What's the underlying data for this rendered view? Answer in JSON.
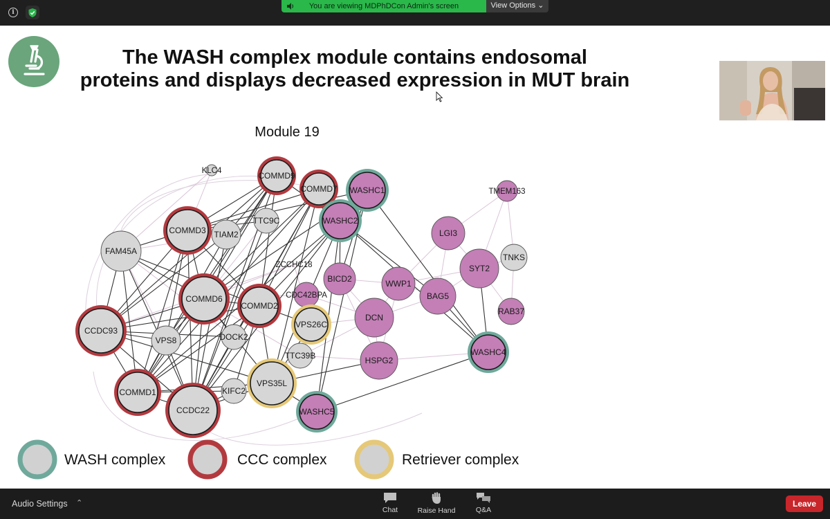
{
  "window": {
    "share_banner": "You are viewing MDPhDCon Admin's screen",
    "view_options": "View Options",
    "audio_settings": "Audio Settings",
    "buttons": {
      "chat": "Chat",
      "raise_hand": "Raise Hand",
      "qa": "Q&A",
      "leave": "Leave"
    },
    "colors": {
      "banner": "#2ab84a",
      "leave": "#c8262b",
      "bar": "#1c1c1c"
    }
  },
  "slide": {
    "title_line1": "The WASH complex module contains endosomal",
    "title_line2": "proteins and displays decreased expression in MUT brain",
    "module_title": "Module 19",
    "legend": [
      {
        "label": "WASH complex",
        "color": "#6fa99b"
      },
      {
        "label": "CCC complex",
        "color": "#b23a3f"
      },
      {
        "label": "Retriever complex",
        "color": "#e5c878"
      }
    ],
    "network": {
      "nodes": [
        {
          "id": "KLC4",
          "fill": "gray",
          "ring": "none",
          "label": "KLC4"
        },
        {
          "id": "COMMD9",
          "fill": "gray",
          "ring": "ccc",
          "label": "COMMD9"
        },
        {
          "id": "COMMD7",
          "fill": "gray",
          "ring": "ccc",
          "label": "COMMD7"
        },
        {
          "id": "WASHC1",
          "fill": "purple",
          "ring": "wash",
          "label": "WASHC1"
        },
        {
          "id": "TMEM163",
          "fill": "purple",
          "ring": "none",
          "label": "TMEM163"
        },
        {
          "id": "WASHC2",
          "fill": "purple",
          "ring": "wash",
          "label": "WASHC2"
        },
        {
          "id": "TTC9C",
          "fill": "gray",
          "ring": "none",
          "label": "TTC9C"
        },
        {
          "id": "COMMD3",
          "fill": "gray",
          "ring": "ccc",
          "label": "COMMD3"
        },
        {
          "id": "TIAM2",
          "fill": "gray",
          "ring": "none",
          "label": "TIAM2"
        },
        {
          "id": "FAM45A",
          "fill": "gray",
          "ring": "none",
          "label": "FAM45A"
        },
        {
          "id": "LGI3",
          "fill": "purple",
          "ring": "none",
          "label": "LGI3"
        },
        {
          "id": "TNKS",
          "fill": "gray",
          "ring": "none",
          "label": "TNKS"
        },
        {
          "id": "ZCCHC18",
          "fill": "none",
          "ring": "none",
          "label": "ZCCHC18"
        },
        {
          "id": "SYT2",
          "fill": "purple",
          "ring": "none",
          "label": "SYT2"
        },
        {
          "id": "BICD2",
          "fill": "purple",
          "ring": "none",
          "label": "BICD2"
        },
        {
          "id": "WWP1",
          "fill": "purple",
          "ring": "none",
          "label": "WWP1"
        },
        {
          "id": "COMMD6",
          "fill": "gray",
          "ring": "ccc",
          "label": "COMMD6"
        },
        {
          "id": "BAG5",
          "fill": "purple",
          "ring": "none",
          "label": "BAG5"
        },
        {
          "id": "CDC42BPA",
          "fill": "purple",
          "ring": "none",
          "label": "CDC42BPA"
        },
        {
          "id": "COMMD2",
          "fill": "gray",
          "ring": "ccc",
          "label": "COMMD2"
        },
        {
          "id": "RAB37",
          "fill": "purple",
          "ring": "none",
          "label": "RAB37"
        },
        {
          "id": "DCN",
          "fill": "purple",
          "ring": "none",
          "label": "DCN"
        },
        {
          "id": "VPS26C",
          "fill": "gray",
          "ring": "retriever",
          "label": "VPS26C"
        },
        {
          "id": "CCDC93",
          "fill": "gray",
          "ring": "ccc",
          "label": "CCDC93"
        },
        {
          "id": "VPS8",
          "fill": "gray",
          "ring": "none",
          "label": "VPS8"
        },
        {
          "id": "DOCK2",
          "fill": "gray",
          "ring": "none",
          "label": "DOCK2"
        },
        {
          "id": "WASHC4",
          "fill": "purple",
          "ring": "wash",
          "label": "WASHC4"
        },
        {
          "id": "TTC39B",
          "fill": "gray",
          "ring": "none",
          "label": "TTC39B"
        },
        {
          "id": "HSPG2",
          "fill": "purple",
          "ring": "none",
          "label": "HSPG2"
        },
        {
          "id": "VPS35L",
          "fill": "gray",
          "ring": "retriever",
          "label": "VPS35L"
        },
        {
          "id": "COMMD1",
          "fill": "gray",
          "ring": "ccc",
          "label": "COMMD1"
        },
        {
          "id": "KIFC2",
          "fill": "gray",
          "ring": "none",
          "label": "KIFC2"
        },
        {
          "id": "CCDC22",
          "fill": "gray",
          "ring": "ccc",
          "label": "CCDC22"
        },
        {
          "id": "WASHC5",
          "fill": "purple",
          "ring": "wash",
          "label": "WASHC5"
        }
      ],
      "edges": [
        [
          "COMMD9",
          "COMMD3"
        ],
        [
          "COMMD9",
          "COMMD6"
        ],
        [
          "COMMD9",
          "CCDC93"
        ],
        [
          "COMMD9",
          "COMMD2"
        ],
        [
          "COMMD9",
          "COMMD1"
        ],
        [
          "COMMD9",
          "CCDC22"
        ],
        [
          "COMMD9",
          "TIAM2"
        ],
        [
          "COMMD9",
          "VPS8"
        ],
        [
          "COMMD7",
          "COMMD3"
        ],
        [
          "COMMD7",
          "COMMD6"
        ],
        [
          "COMMD7",
          "COMMD2"
        ],
        [
          "COMMD7",
          "CCDC22"
        ],
        [
          "COMMD7",
          "COMMD1"
        ],
        [
          "COMMD7",
          "VPS35L"
        ],
        [
          "COMMD7",
          "DOCK2"
        ],
        [
          "COMMD3",
          "COMMD6"
        ],
        [
          "COMMD3",
          "CCDC93"
        ],
        [
          "COMMD3",
          "COMMD1"
        ],
        [
          "COMMD3",
          "CCDC22"
        ],
        [
          "COMMD3",
          "COMMD2"
        ],
        [
          "COMMD3",
          "FAM45A"
        ],
        [
          "COMMD3",
          "VPS8"
        ],
        [
          "COMMD3",
          "TTC9C"
        ],
        [
          "FAM45A",
          "CCDC93"
        ],
        [
          "FAM45A",
          "COMMD6"
        ],
        [
          "FAM45A",
          "COMMD1"
        ],
        [
          "FAM45A",
          "CCDC22"
        ],
        [
          "FAM45A",
          "COMMD2"
        ],
        [
          "COMMD6",
          "CCDC93"
        ],
        [
          "COMMD6",
          "COMMD1"
        ],
        [
          "COMMD6",
          "CCDC22"
        ],
        [
          "COMMD6",
          "COMMD2"
        ],
        [
          "COMMD6",
          "VPS8"
        ],
        [
          "COMMD6",
          "VPS35L"
        ],
        [
          "COMMD6",
          "DOCK2"
        ],
        [
          "COMMD2",
          "CCDC93"
        ],
        [
          "COMMD2",
          "CCDC22"
        ],
        [
          "COMMD2",
          "COMMD1"
        ],
        [
          "COMMD2",
          "VPS35L"
        ],
        [
          "COMMD2",
          "WASHC2"
        ],
        [
          "COMMD2",
          "VPS26C"
        ],
        [
          "COMMD2",
          "KIFC2"
        ],
        [
          "CCDC93",
          "COMMD1"
        ],
        [
          "CCDC93",
          "CCDC22"
        ],
        [
          "CCDC93",
          "VPS8"
        ],
        [
          "CCDC93",
          "DOCK2"
        ],
        [
          "CCDC93",
          "VPS35L"
        ],
        [
          "COMMD1",
          "CCDC22"
        ],
        [
          "COMMD1",
          "VPS35L"
        ],
        [
          "COMMD1",
          "KIFC2"
        ],
        [
          "COMMD1",
          "VPS8"
        ],
        [
          "CCDC22",
          "VPS35L"
        ],
        [
          "CCDC22",
          "KIFC2"
        ],
        [
          "CCDC22",
          "VPS8"
        ],
        [
          "CCDC22",
          "DOCK2"
        ],
        [
          "CCDC22",
          "TIAM2"
        ],
        [
          "VPS35L",
          "WASHC5"
        ],
        [
          "VPS35L",
          "VPS26C"
        ],
        [
          "VPS35L",
          "WASHC2"
        ],
        [
          "VPS35L",
          "HSPG2"
        ],
        [
          "WASHC1",
          "WASHC2"
        ],
        [
          "WASHC1",
          "WASHC4"
        ],
        [
          "WASHC1",
          "WASHC5"
        ],
        [
          "WASHC1",
          "BICD2"
        ],
        [
          "WASHC1",
          "COMMD3"
        ],
        [
          "WASHC1",
          "COMMD6"
        ],
        [
          "WASHC2",
          "WASHC5"
        ],
        [
          "WASHC2",
          "WASHC4"
        ],
        [
          "WASHC2",
          "CCDC22"
        ],
        [
          "WASHC2",
          "COMMD1"
        ],
        [
          "WASHC2",
          "BICD2"
        ],
        [
          "WASHC2",
          "COMMD9"
        ],
        [
          "WASHC5",
          "WASHC4"
        ],
        [
          "BAG5",
          "WASHC4"
        ],
        [
          "SYT2",
          "WASHC4"
        ],
        [
          "BAG5",
          "WASHC2"
        ],
        [
          "TIAM2",
          "COMMD1"
        ],
        [
          "TTC9C",
          "CCDC22"
        ],
        [
          "TIAM2",
          "CCDC93"
        ]
      ],
      "faint_edges": [
        [
          "TMEM163",
          "TNKS"
        ],
        [
          "TMEM163",
          "SYT2"
        ],
        [
          "TMEM163",
          "LGI3"
        ],
        [
          "TNKS",
          "RAB37"
        ],
        [
          "SYT2",
          "RAB37"
        ],
        [
          "SYT2",
          "TNKS"
        ],
        [
          "LGI3",
          "SYT2"
        ],
        [
          "LGI3",
          "BAG5"
        ],
        [
          "WWP1",
          "BAG5"
        ],
        [
          "WWP1",
          "DCN"
        ],
        [
          "DCN",
          "HSPG2"
        ],
        [
          "DCN",
          "BAG5"
        ],
        [
          "BICD2",
          "DCN"
        ],
        [
          "HSPG2",
          "WASHC4"
        ],
        [
          "CDC42BPA",
          "DCN"
        ],
        [
          "CDC42BPA",
          "VPS26C"
        ],
        [
          "BICD2",
          "WWP1"
        ],
        [
          "LGI3",
          "WWP1"
        ],
        [
          "SYT2",
          "BAG5"
        ],
        [
          "SYT2",
          "WWP1"
        ],
        [
          "FAM45A",
          "VPS8"
        ],
        [
          "FAM45A",
          "TIAM2"
        ],
        [
          "FAM45A",
          "DOCK2"
        ],
        [
          "ZCCHC18",
          "COMMD6"
        ],
        [
          "ZCCHC18",
          "VPS26C"
        ],
        [
          "ZCCHC18",
          "CCDC93"
        ],
        [
          "KLC4",
          "COMMD3"
        ],
        [
          "KLC4",
          "FAM45A"
        ],
        [
          "TTC39B",
          "COMMD6"
        ],
        [
          "TTC39B",
          "HSPG2"
        ],
        [
          "VPS26C",
          "DCN"
        ],
        [
          "CDC42BPA",
          "COMMD6"
        ],
        [
          "WWP1",
          "HSPG2"
        ],
        [
          "BICD2",
          "HSPG2"
        ],
        [
          "TTC9C",
          "COMMD6"
        ],
        [
          "KIFC2",
          "DCN"
        ]
      ]
    }
  }
}
